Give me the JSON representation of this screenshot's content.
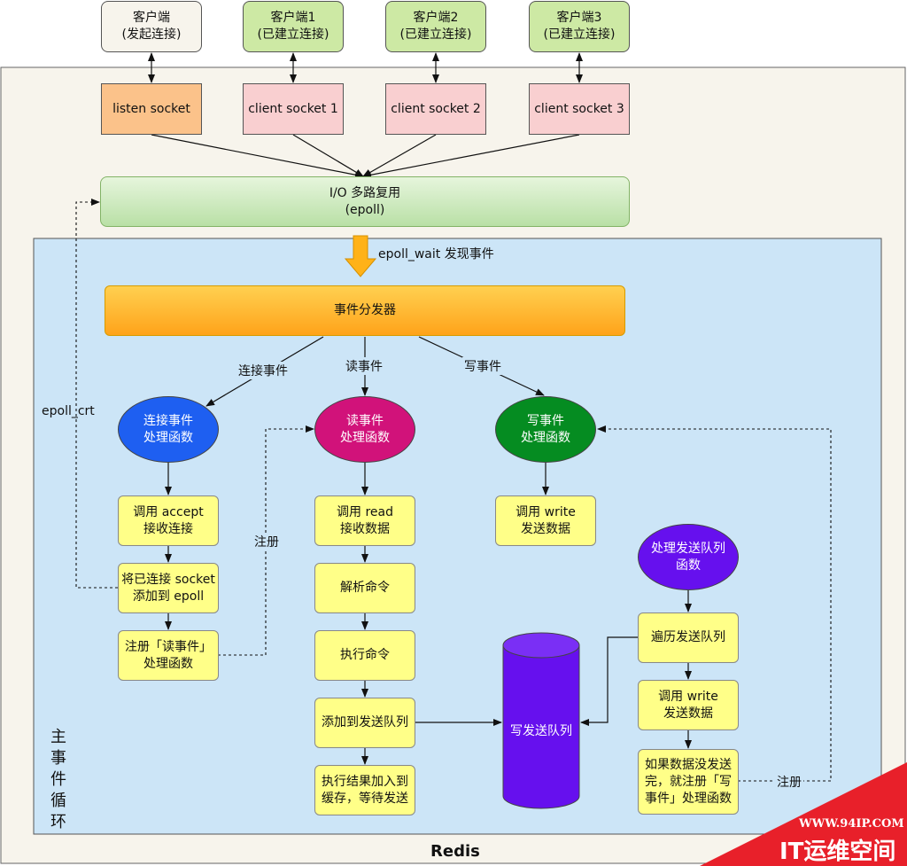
{
  "colors": {
    "outer_bg": "#f7f4ec",
    "inner_bg": "#cce5f7",
    "client_idle": "#f7f4ec",
    "client_connected": "#cde9a4",
    "socket_listen": "#fbc28a",
    "socket_client": "#f9cfd0",
    "epoll": "#cde9c2",
    "dispatcher": "#ffb218",
    "accept_handler": "#1e5ff1",
    "read_handler": "#d1127a",
    "write_handler": "#058c21",
    "queue_handler": "#6610ee",
    "queue_cylinder": "#6610ee",
    "step": "#ffff88",
    "watermark": "#e8202a"
  },
  "diagram": {
    "redis_label": "Redis",
    "main_loop_label": "主\n事\n件\n循\n环",
    "clients": [
      {
        "label": "客户端\n(发起连接)"
      },
      {
        "label": "客户端1\n(已建立连接)"
      },
      {
        "label": "客户端2\n(已建立连接)"
      },
      {
        "label": "客户端3\n(已建立连接)"
      }
    ],
    "sockets": [
      {
        "label": "listen socket"
      },
      {
        "label": "client socket 1"
      },
      {
        "label": "client socket 2"
      },
      {
        "label": "client socket 3"
      }
    ],
    "epoll": {
      "label": "I/O 多路复用\n(epoll)"
    },
    "epoll_wait_label": "epoll_wait 发现事件",
    "epoll_ctl_label": "epoll_crt",
    "dispatcher": {
      "label": "事件分发器"
    },
    "edge_labels": {
      "connect": "连接事件",
      "read": "读事件",
      "write": "写事件",
      "register_read": "注册",
      "register_write": "注册"
    },
    "handlers": {
      "accept": "连接事件\n处理函数",
      "read": "读事件\n处理函数",
      "write": "写事件\n处理函数",
      "queue": "处理发送队列\n函数"
    },
    "accept_steps": [
      "调用 accept\n接收连接",
      "将已连接 socket\n添加到 epoll",
      "注册「读事件」\n处理函数"
    ],
    "read_steps": [
      "调用 read\n接收数据",
      "解析命令",
      "执行命令",
      "添加到发送队列",
      "执行结果加入到\n缓存，等待发送"
    ],
    "write_steps": [
      "调用 write\n发送数据"
    ],
    "queue_cylinder": "写发送队列",
    "queue_steps": [
      "遍历发送队列",
      "调用 write\n发送数据",
      "如果数据没发送\n完，就注册「写\n事件」处理函数"
    ]
  },
  "watermark": {
    "url": "WWW.94IP.COM",
    "brand": "IT运维空间"
  }
}
